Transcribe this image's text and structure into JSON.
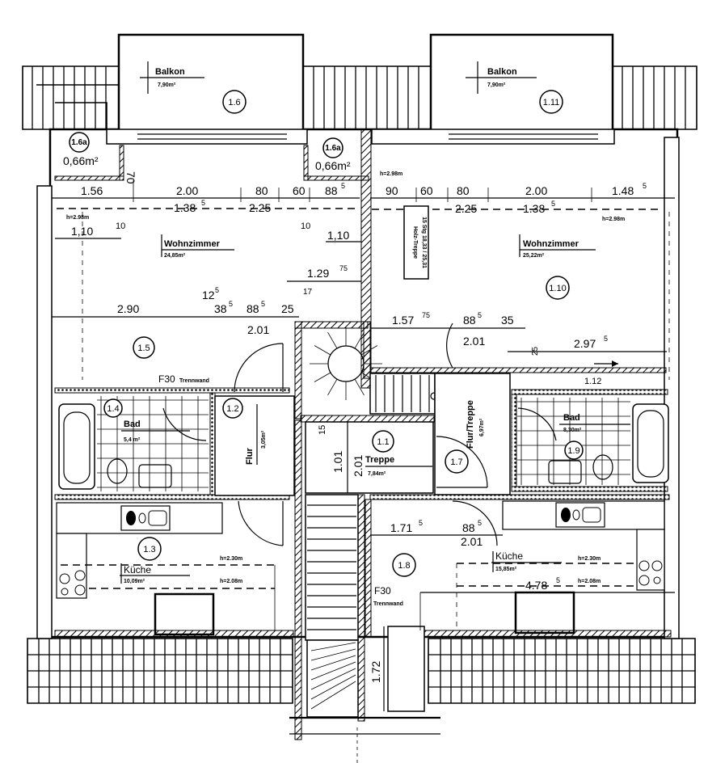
{
  "plan": {
    "balconies": [
      {
        "number": "1.6",
        "label": "Balkon",
        "area": "7,90m²"
      },
      {
        "number": "1.11",
        "label": "Balkon",
        "area": "7,90m²"
      }
    ],
    "small_rooms": [
      {
        "number": "1.6a",
        "area": "0,66m²"
      },
      {
        "number": "1.6a",
        "area": "0,66m²"
      }
    ],
    "rooms": {
      "r15": {
        "number": "1.5",
        "label": "Wohnzimmer",
        "area": "24,85m²"
      },
      "r110": {
        "number": "1.10",
        "label": "Wohnzimmer",
        "area": "25,22m²"
      },
      "r14": {
        "number": "1.4",
        "label": "Bad",
        "area": "5,4 m²"
      },
      "r12": {
        "number": "1.2",
        "label": "Flur",
        "area": "3,05m²"
      },
      "r11": {
        "number": "1.1",
        "label": "Treppe",
        "area": "7,84m²"
      },
      "r17": {
        "number": "1.7",
        "label": "Flur/Treppe",
        "area": "6,97m²"
      },
      "r19": {
        "number": "1.9",
        "label": "Bad",
        "area": "8,30m²"
      },
      "r13": {
        "number": "1.3",
        "label": "Küche",
        "area": "10,09m²"
      },
      "r18": {
        "number": "1.8",
        "label": "Küche",
        "area": "15,85m²"
      }
    },
    "stair_note": {
      "title": "Holz-Treppe",
      "spec": "15 Stg 18,33 / 25,31"
    },
    "heights": {
      "h298": "h=2.98m",
      "h230": "h=2.30m",
      "h208": "h=2.08m"
    },
    "fire_wall": {
      "code": "F30",
      "label": "Trennwand"
    },
    "dimensions": {
      "top_left": [
        "1.56",
        "2.00",
        "80",
        "60",
        "88"
      ],
      "top_left_sup": "5",
      "top_right": [
        "90",
        "60",
        "80",
        "2.00",
        "1.48"
      ],
      "top_right_sup": "5",
      "dash_left": [
        "1.38",
        "2.25"
      ],
      "dash_right": [
        "2.25",
        "1.38"
      ],
      "sup5": "5",
      "d70": "70",
      "d110a": "1,10",
      "d10a": "10",
      "d10b": "10",
      "d110b": "1,10",
      "d129": "1.29",
      "d129sup": "75",
      "d12": "12",
      "d17": "17",
      "d290": "2.90",
      "d38": "38",
      "d885a": "88",
      "d25": "25",
      "d201a": "2.01",
      "d157": "1.57",
      "d157sup": "75",
      "d885b": "88",
      "d35": "35",
      "d201b": "2.01",
      "d297": "2.97",
      "d25b": "25",
      "d112": "1.12",
      "d15": "15",
      "d101": "1.01",
      "d201c": "2.01",
      "d171": "1.71",
      "d885c": "88",
      "d201d": "2.01",
      "d478": "4.78",
      "d172": "1.72"
    }
  }
}
